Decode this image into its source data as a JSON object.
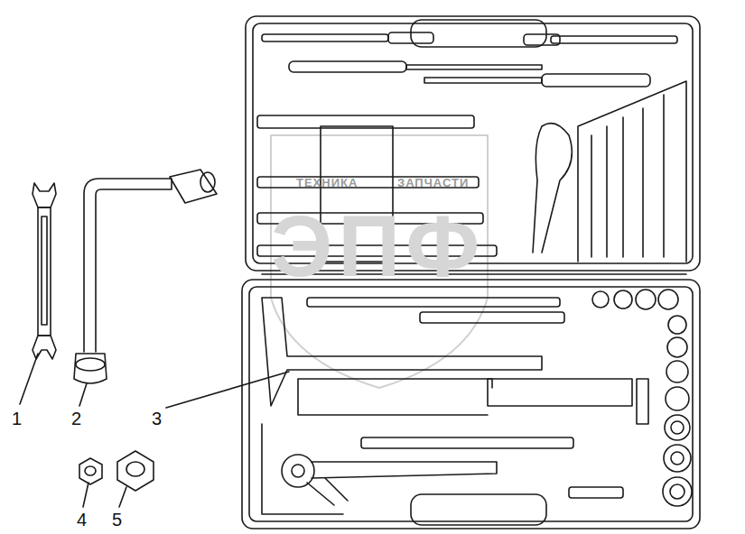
{
  "diagram": {
    "labels": [
      "1",
      "2",
      "3",
      "4",
      "5",
      "ТЕХНИКА",
      "ЗАПЧАСТИ",
      "ЭПФ"
    ]
  }
}
